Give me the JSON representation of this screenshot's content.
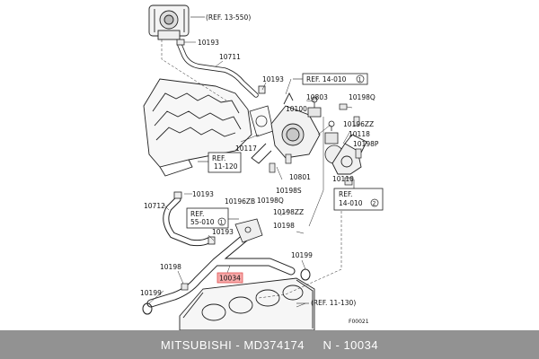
{
  "diagram": {
    "figure_code": "F00021",
    "highlighted_part": "10034",
    "references": {
      "ref_13_550": "(REF. 13-550)",
      "ref_14_010_1": "REF. 14-010",
      "ref_14_010_1_mark": "1",
      "ref_11_120_a": "REF.",
      "ref_11_120_b": "11-120",
      "ref_55_010_a": "REF.",
      "ref_55_010_b": "55-010",
      "ref_55_010_mark": "1",
      "ref_14_010_2_a": "REF.",
      "ref_14_010_2_b": "14-010",
      "ref_14_010_2_mark": "2",
      "ref_11_130": "(REF. 11-130)"
    },
    "part_labels": {
      "p10193_a": "10193",
      "p10711": "10711",
      "p10193_b": "10193",
      "p10803": "10803",
      "p10198Q_a": "10198Q",
      "p10100": "10100",
      "p10196ZZ": "10196ZZ",
      "p10118": "10118",
      "p10117": "10117",
      "p10198P": "10198P",
      "p10801": "10801",
      "p10110": "10110",
      "p10193_c": "10193",
      "p10198S": "10198S",
      "p10198Q_b": "10198Q",
      "p10196ZB": "10196ZB",
      "p10712": "10712",
      "p10198ZZ": "10198ZZ",
      "p10198": "10198",
      "p10193_d": "10193",
      "p10199_a": "10199",
      "p10198_b": "10198",
      "p10034": "10034",
      "p10199_b": "10199"
    }
  },
  "caption": {
    "brand": "MITSUBISHI",
    "sep1": " - ",
    "part_number": "MD374174",
    "gap": "     ",
    "item_number": "N - 10034"
  }
}
